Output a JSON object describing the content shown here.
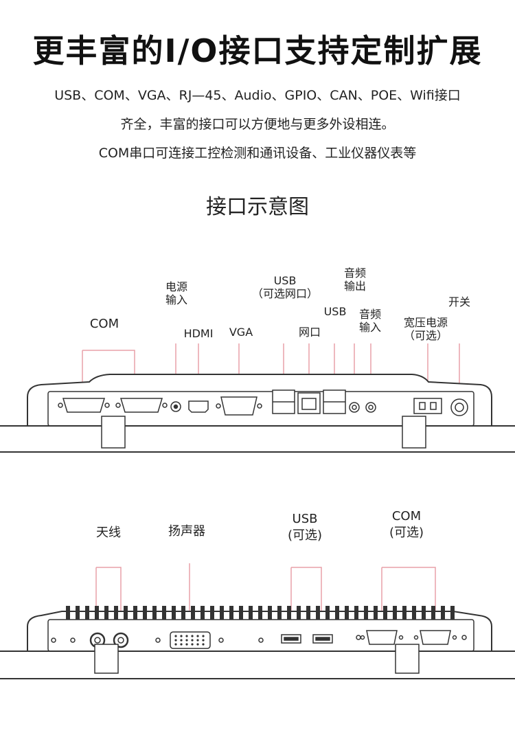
{
  "title": "更丰富的I/O接口支持定制扩展",
  "description": [
    "USB、COM、VGA、RJ—45、Audio、GPIO、CAN、POE、Wifi接口",
    "齐全，丰富的接口可以方便地与更多外设相连。",
    "COM串口可连接工控检测和通讯设备、工业仪器仪表等"
  ],
  "diagram_title": "接口示意图",
  "top_panel_labels": {
    "com": "COM",
    "power_in": [
      "电源",
      "输入"
    ],
    "hdmi": "HDMI",
    "vga": "VGA",
    "usb_lan": [
      "USB",
      "（可选网口）"
    ],
    "lan": "网口",
    "usb": "USB",
    "audio_out": [
      "音频",
      "输出"
    ],
    "audio_in": [
      "音频",
      "输入"
    ],
    "wide_power": [
      "宽压电源",
      "（可选）"
    ],
    "switch": "开关"
  },
  "bottom_panel_labels": {
    "antenna": "天线",
    "speaker": "扬声器",
    "usb_optional": [
      "USB",
      "(可选)"
    ],
    "com_optional": [
      "COM",
      "(可选)"
    ]
  },
  "colors": {
    "callout_line": "#e8a0a8",
    "outline": "#333333"
  }
}
